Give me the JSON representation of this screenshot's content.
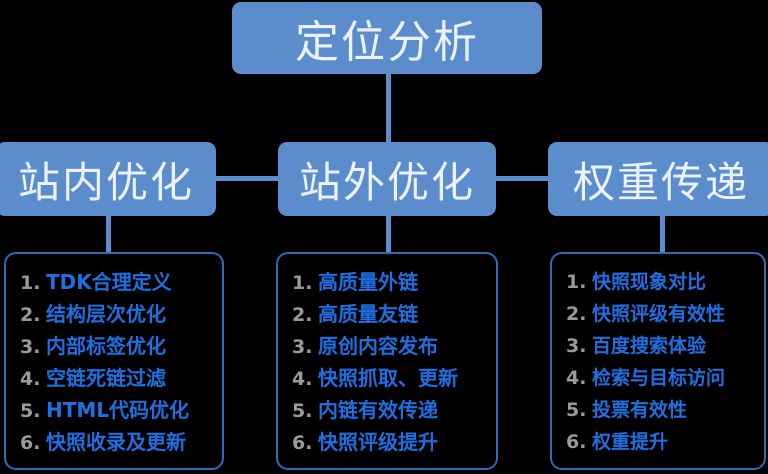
{
  "diagram": {
    "title": "定位分析",
    "theme": {
      "background": "#000000",
      "node_fill": "#5B8CCB",
      "node_text": "#EAF2FB",
      "connector": "#5B8CCB",
      "list_border": "#2F6BB8",
      "list_text": "#1F6FE0",
      "list_number": "#9A9A9A"
    },
    "root": {
      "label": "定位分析"
    },
    "branches": [
      {
        "label": "站内优化",
        "items": [
          "TDK合理定义",
          "结构层次优化",
          "内部标签优化",
          "空链死链过滤",
          "HTML代码优化",
          "快照收录及更新"
        ],
        "numbers": [
          "1.",
          "2.",
          "3.",
          "4.",
          "5.",
          "6."
        ]
      },
      {
        "label": "站外优化",
        "items": [
          "高质量外链",
          "高质量友链",
          "原创内容发布",
          "快照抓取、更新",
          "内链有效传递",
          "快照评级提升"
        ],
        "numbers": [
          "1.",
          "2.",
          "3.",
          "4.",
          "5.",
          "6."
        ]
      },
      {
        "label": "权重传递",
        "items": [
          "快照现象对比",
          "快照评级有效性",
          "百度搜索体验",
          "检索与目标访问",
          "投票有效性",
          "权重提升"
        ],
        "numbers": [
          "1.",
          "2.",
          "3.",
          "4.",
          "5.",
          "6."
        ]
      }
    ]
  }
}
